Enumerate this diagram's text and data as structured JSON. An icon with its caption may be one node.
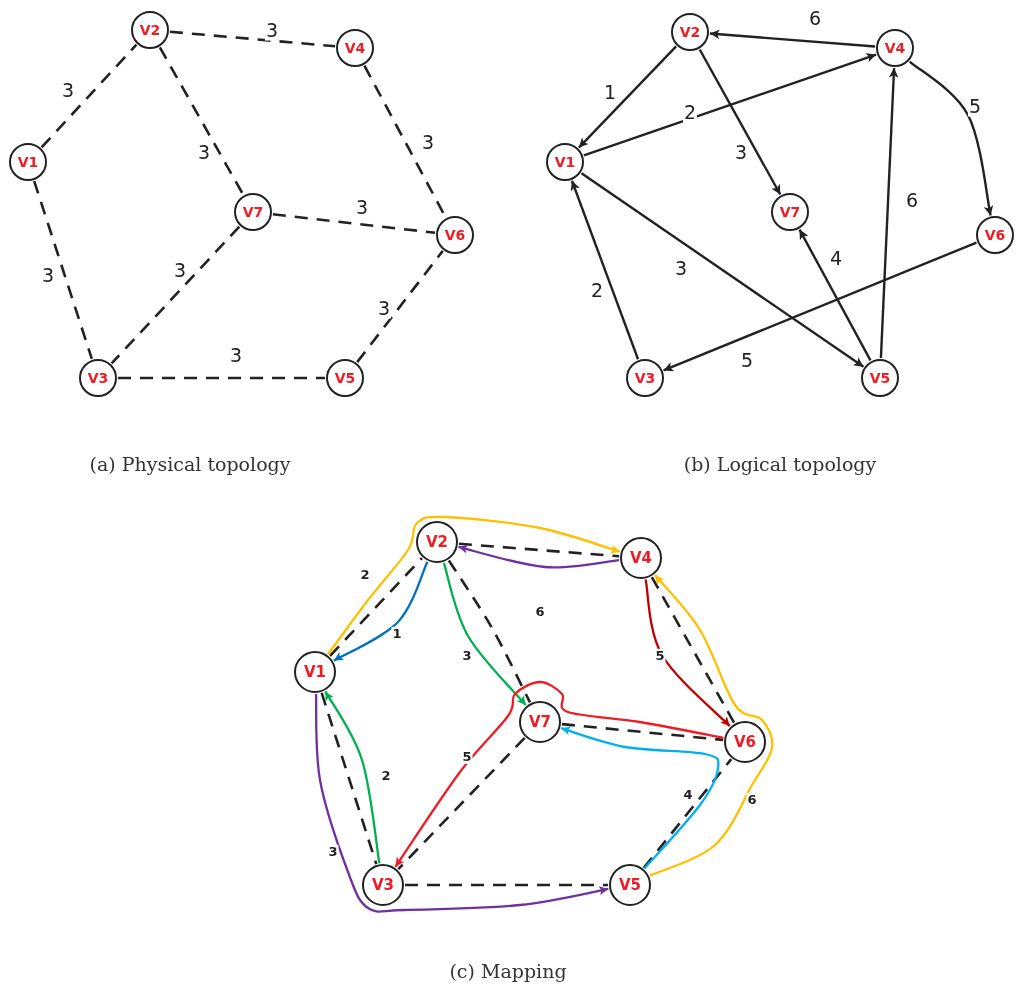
{
  "diagram": {
    "nodes": [
      {
        "text": [
          "V1"
        ]
      },
      {
        "text": [
          "V2"
        ]
      },
      {
        "text": [
          "V3"
        ]
      },
      {
        "text": [
          "V4"
        ]
      },
      {
        "text": [
          "V5"
        ]
      },
      {
        "text": [
          "V6"
        ]
      },
      {
        "text": [
          "V7"
        ]
      },
      {
        "text": [
          "V1"
        ]
      },
      {
        "text": [
          "V2"
        ]
      },
      {
        "text": [
          "V3"
        ]
      },
      {
        "text": [
          "V4"
        ]
      },
      {
        "text": [
          "V5"
        ]
      },
      {
        "text": [
          "V6"
        ]
      },
      {
        "text": [
          "V7"
        ]
      },
      {
        "text": [
          "V1"
        ]
      },
      {
        "text": [
          "V2"
        ]
      },
      {
        "text": [
          "V3"
        ]
      },
      {
        "text": [
          "V4"
        ]
      },
      {
        "text": [
          "V5"
        ]
      },
      {
        "text": [
          "V6"
        ]
      },
      {
        "text": [
          "V7"
        ]
      }
    ],
    "edges": [
      {
        "from": 0,
        "to": 1,
        "arrow": "none",
        "label": "3",
        "style": "dashed"
      },
      {
        "from": 1,
        "to": 3,
        "arrow": "none",
        "label": "3",
        "style": "dashed"
      },
      {
        "from": 1,
        "to": 6,
        "arrow": "none",
        "label": "3",
        "style": "dashed"
      },
      {
        "from": 3,
        "to": 5,
        "arrow": "none",
        "label": "3",
        "style": "dashed"
      },
      {
        "from": 0,
        "to": 2,
        "arrow": "none",
        "label": "3",
        "style": "dashed"
      },
      {
        "from": 6,
        "to": 5,
        "arrow": "none",
        "label": "3",
        "style": "dashed"
      },
      {
        "from": 6,
        "to": 2,
        "arrow": "none",
        "label": "3",
        "style": "dashed"
      },
      {
        "from": 2,
        "to": 4,
        "arrow": "none",
        "label": "3",
        "style": "dashed"
      },
      {
        "from": 4,
        "to": 5,
        "arrow": "none",
        "label": "3",
        "style": "dashed"
      },
      {
        "from": 8,
        "to": 7,
        "arrow": "to",
        "label": "1"
      },
      {
        "from": 7,
        "to": 10,
        "arrow": "to",
        "label": "2"
      },
      {
        "from": 8,
        "to": 13,
        "arrow": "to",
        "label": "3"
      },
      {
        "from": 10,
        "to": 8,
        "arrow": "to",
        "label": "6"
      },
      {
        "from": 10,
        "to": 12,
        "arrow": "to",
        "label": "5"
      },
      {
        "from": 7,
        "to": 11,
        "arrow": "to",
        "label": "3"
      },
      {
        "from": 9,
        "to": 7,
        "arrow": "to",
        "label": "2"
      },
      {
        "from": 11,
        "to": 13,
        "arrow": "to",
        "label": "4"
      },
      {
        "from": 11,
        "to": 10,
        "arrow": "to",
        "label": "6"
      },
      {
        "from": 12,
        "to": 9,
        "arrow": "to",
        "label": "5"
      },
      {
        "from": 14,
        "to": 15,
        "arrow": "none",
        "style": "dashed"
      },
      {
        "from": 15,
        "to": 17,
        "arrow": "none",
        "style": "dashed"
      },
      {
        "from": 15,
        "to": 20,
        "arrow": "none",
        "style": "dashed"
      },
      {
        "from": 17,
        "to": 19,
        "arrow": "none",
        "style": "dashed"
      },
      {
        "from": 14,
        "to": 16,
        "arrow": "none",
        "style": "dashed"
      },
      {
        "from": 20,
        "to": 19,
        "arrow": "none",
        "style": "dashed"
      },
      {
        "from": 20,
        "to": 16,
        "arrow": "none",
        "style": "dashed"
      },
      {
        "from": 16,
        "to": 18,
        "arrow": "none",
        "style": "dashed"
      },
      {
        "from": 18,
        "to": 19,
        "arrow": "none",
        "style": "dashed"
      },
      {
        "from": 14,
        "to": 17,
        "arrow": "to",
        "label": "2",
        "color": "#ffc000"
      },
      {
        "from": 15,
        "to": 14,
        "arrow": "to",
        "label": "1",
        "color": "#0070c0"
      },
      {
        "from": 15,
        "to": 20,
        "arrow": "to",
        "label": "3",
        "color": "#00b050"
      },
      {
        "from": 17,
        "to": 15,
        "arrow": "to",
        "label": "6",
        "color": "#7030a0"
      },
      {
        "from": 17,
        "to": 19,
        "arrow": "to",
        "label": "5",
        "color": "#c00000"
      },
      {
        "from": 19,
        "to": 16,
        "arrow": "to",
        "label": "5",
        "color": "#ee1c24"
      },
      {
        "from": 18,
        "to": 20,
        "arrow": "to",
        "label": "4",
        "color": "#00b0f0"
      },
      {
        "from": 18,
        "to": 17,
        "arrow": "to",
        "label": "6",
        "color": "#ffc000"
      },
      {
        "from": 16,
        "to": 14,
        "arrow": "to",
        "label": "2",
        "color": "#00b050"
      },
      {
        "from": 14,
        "to": 18,
        "arrow": "to",
        "label": "3",
        "color": "#7030a0"
      }
    ],
    "labels": [
      "(a) Physical topology",
      "(b) Logical topology",
      "(c) Mapping"
    ]
  }
}
